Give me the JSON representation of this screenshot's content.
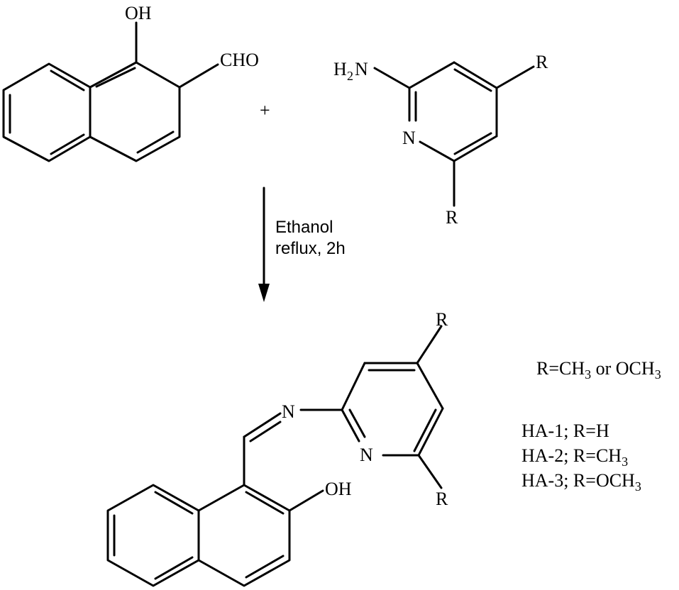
{
  "reactant1": {
    "oh": "OH",
    "cho": "CHO"
  },
  "plus": "+",
  "reactant2": {
    "h": "H",
    "h_sub": "2",
    "n_amine": "N",
    "n_ring": "N",
    "r_top": "R",
    "r_bottom": "R"
  },
  "conditions": {
    "line1": "Ethanol",
    "line2": "reflux, 2h"
  },
  "product": {
    "n_imine": "N",
    "n_ring": "N",
    "oh": "OH",
    "r_top": "R",
    "r_bottom": "R"
  },
  "substituents": {
    "prefix": "R=CH",
    "sub": "3",
    "suffix": " or OCH",
    "sub2": "3"
  },
  "compounds": [
    {
      "prefix": "HA-1; R=H",
      "sub": ""
    },
    {
      "prefix": "HA-2; R=CH",
      "sub": "3"
    },
    {
      "prefix": "HA-3; R=OCH",
      "sub": "3"
    }
  ]
}
